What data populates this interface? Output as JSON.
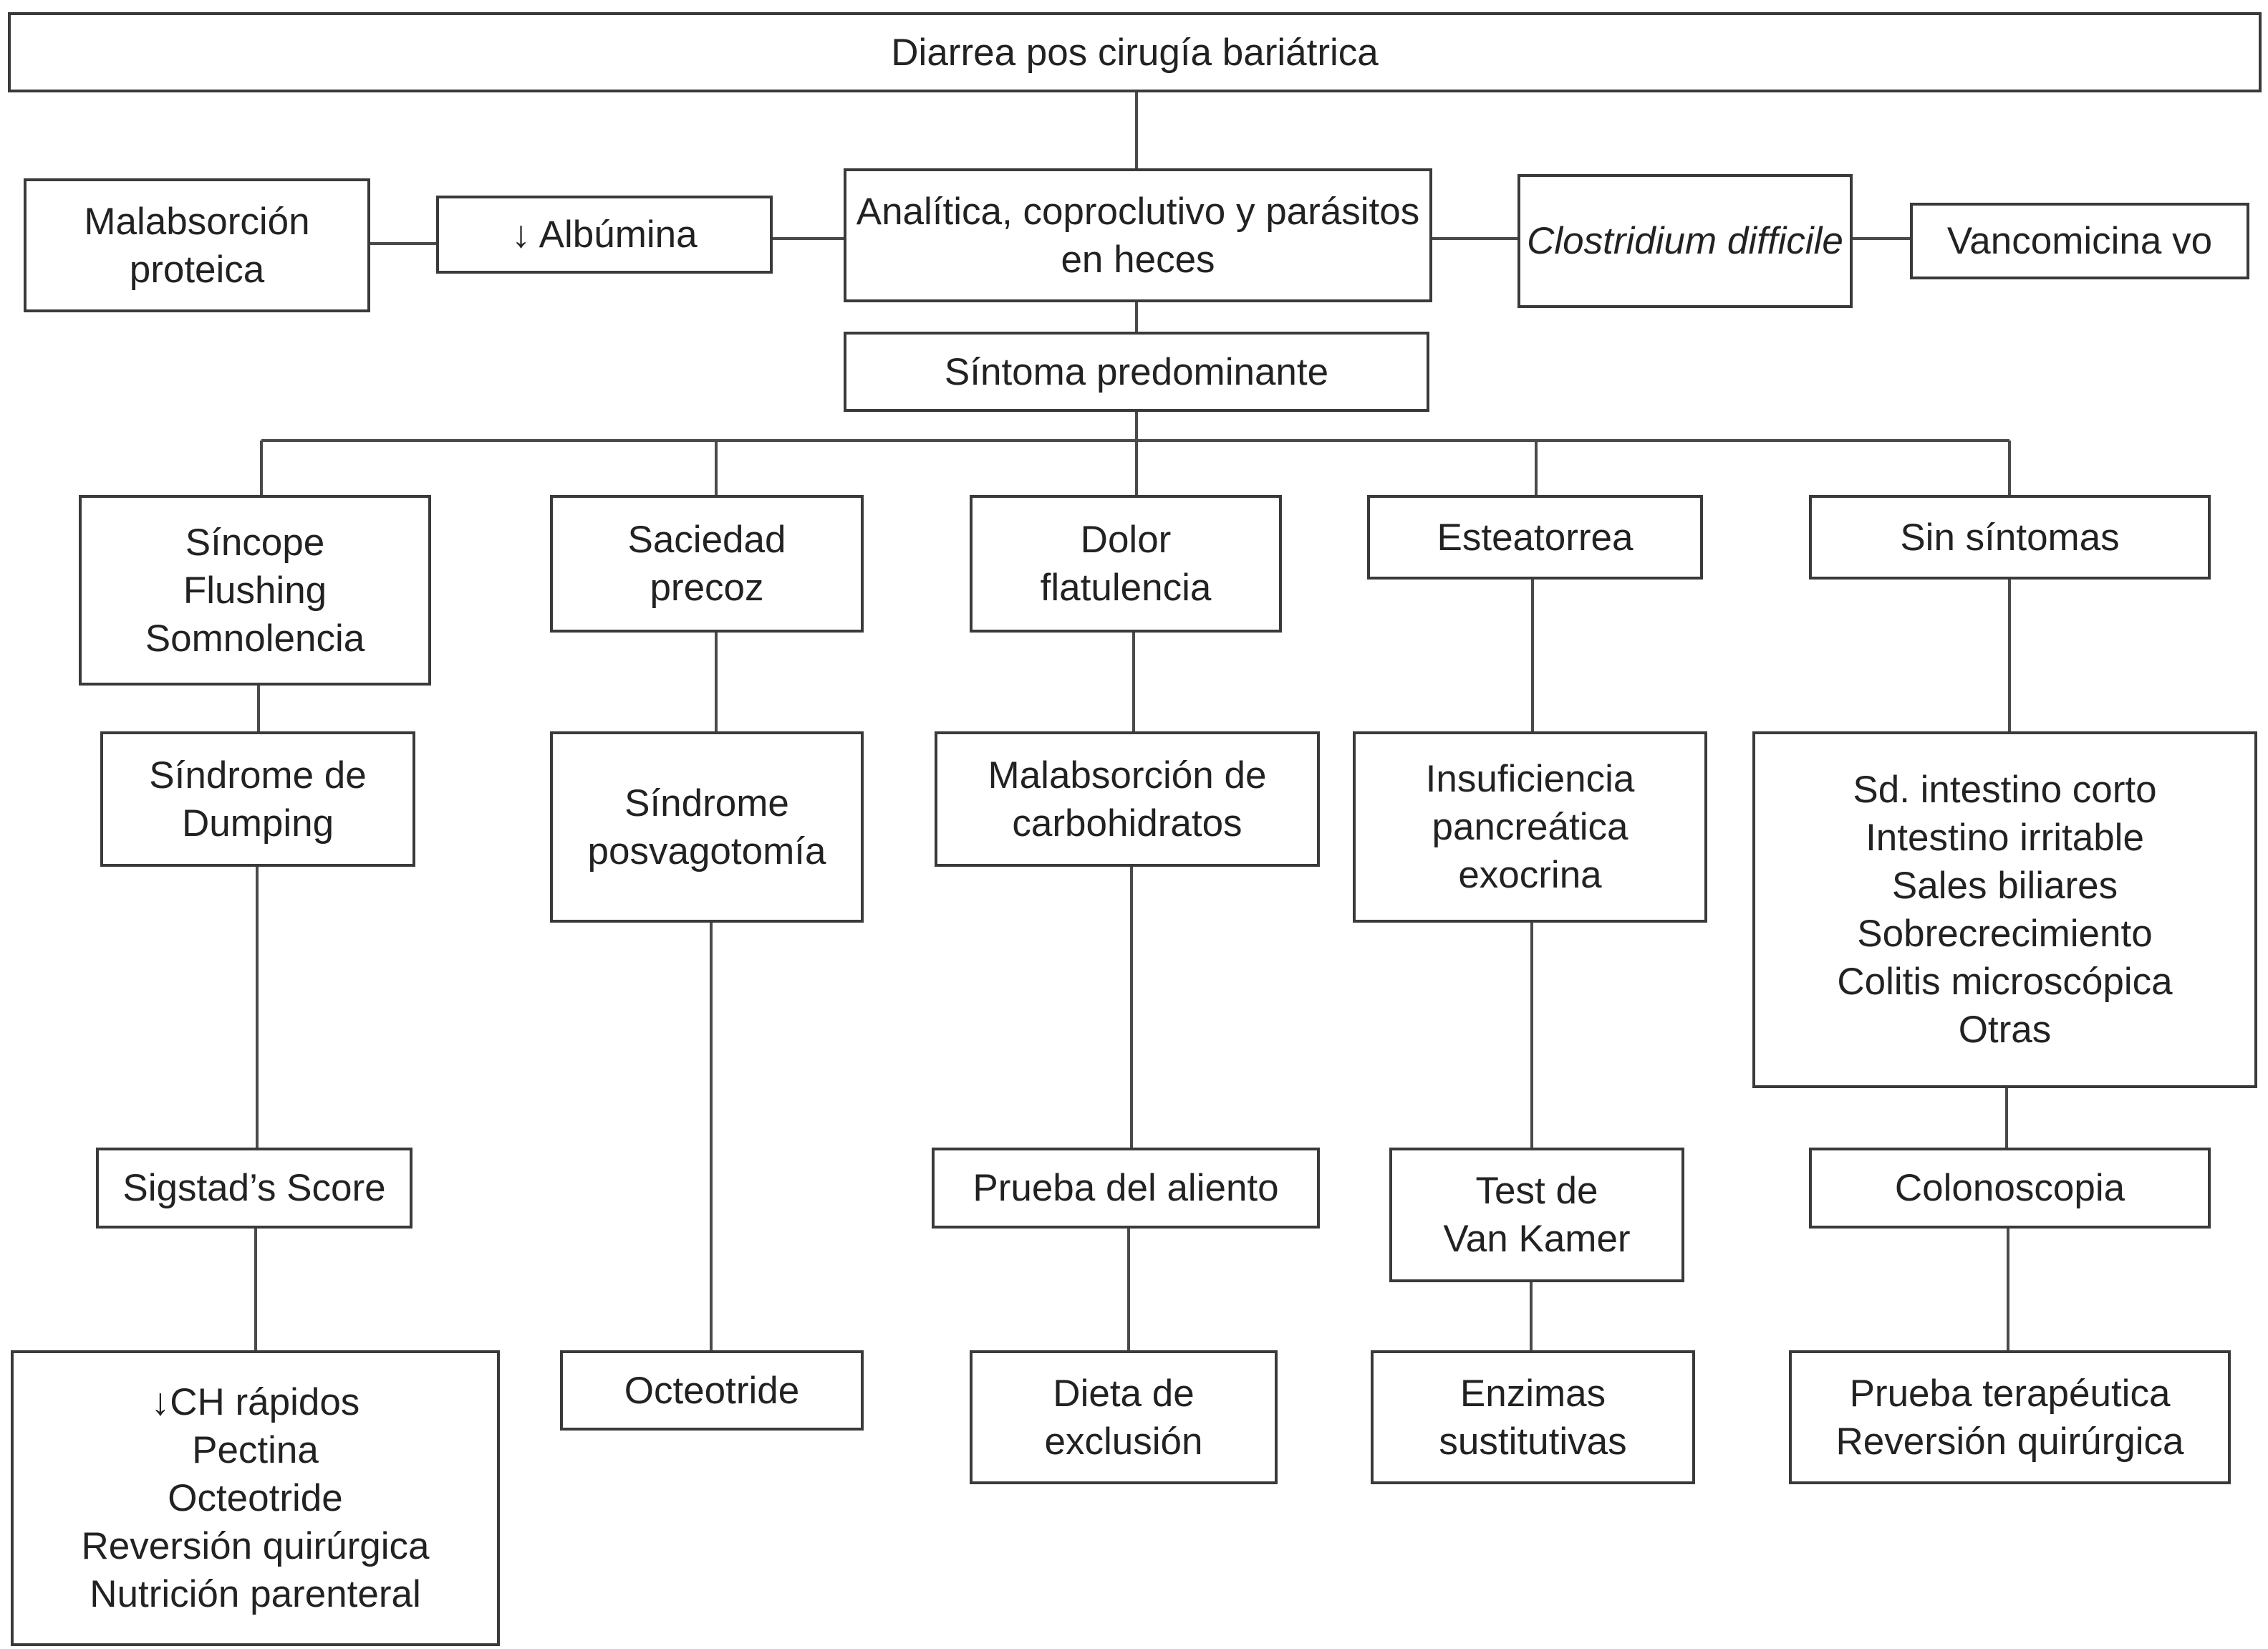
{
  "diagram": {
    "title": "Diarrea pos cirugía bariátrica",
    "workup": "Analítica, coproclutivo y parásitos en heces",
    "symptom": "Síntoma predominante",
    "left_branch": {
      "albumin": "↓ Albúmina",
      "malabsorption": "Malabsorción proteica"
    },
    "right_branch": {
      "clostridium": "Clostridium difficile",
      "vancomycin": "Vancomicina vo"
    },
    "columns": [
      {
        "symptom": "Síncope\nFlushing\nSomnolencia",
        "diagnosis": "Síndrome de\nDumping",
        "test": "Sigstad’s Score",
        "treatment": "↓CH rápidos\nPectina\nOcteotride\nReversión quirúrgica\nNutrición parenteral"
      },
      {
        "symptom": "Saciedad\nprecoz",
        "diagnosis": "Síndrome\nposvagotomía",
        "test": "",
        "treatment": "Octeotride"
      },
      {
        "symptom": "Dolor\nflatulencia",
        "diagnosis": "Malabsorción de\ncarbohidratos",
        "test": "Prueba del aliento",
        "treatment": "Dieta de\nexclusión"
      },
      {
        "symptom": "Esteatorrea",
        "diagnosis": "Insuficiencia\npancreática\nexocrina",
        "test": "Test de\nVan Kamer",
        "treatment": "Enzimas\nsustitutivas"
      },
      {
        "symptom": "Sin síntomas",
        "diagnosis": "Sd. intestino corto\nIntestino irritable\nSales biliares\nSobrecrecimiento\nColitis microscópica\nOtras",
        "test": "Colonoscopia",
        "treatment": "Prueba terapéutica\nReversión quirúrgica"
      }
    ]
  },
  "colors": {
    "line": "#4a4a4a",
    "border": "#3a3a3a",
    "text": "#222222",
    "background": "#ffffff"
  }
}
